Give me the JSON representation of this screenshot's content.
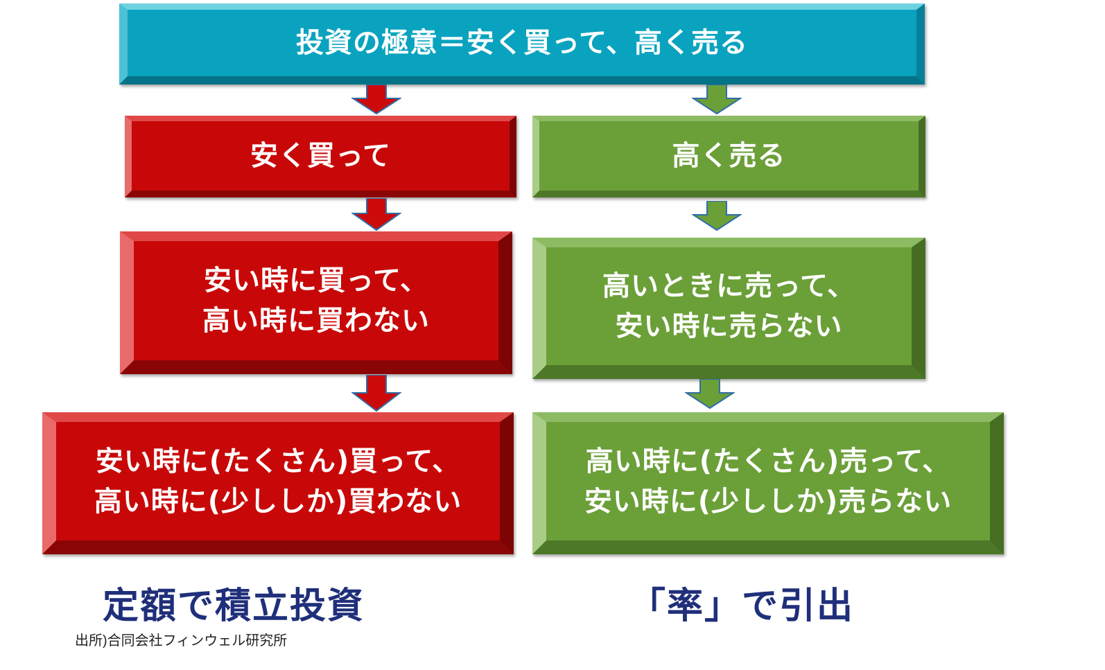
{
  "title": "投資の極意＝安く買って、高く売る",
  "left": {
    "step1": "安く買って",
    "step2": [
      "安い時に買って、",
      "高い時に買わない"
    ],
    "step3": [
      "安い時に(たくさん)買って、",
      "高い時に(少ししか)買わない"
    ],
    "label": "定額で積立投資"
  },
  "right": {
    "step1": "高く売る",
    "step2": [
      "高いときに売って、",
      "安い時に売らない"
    ],
    "step3": [
      "高い時に(たくさん)売って、",
      "安い時に(少ししか)売らない"
    ],
    "label": "「率」で引出"
  },
  "source": "出所)合同会社フィンウェル研究所",
  "colors": {
    "title_box": "#0aa3bf",
    "left_boxes": "#c80808",
    "right_boxes": "#6b9f38",
    "label_text": "#1f2f7a"
  }
}
